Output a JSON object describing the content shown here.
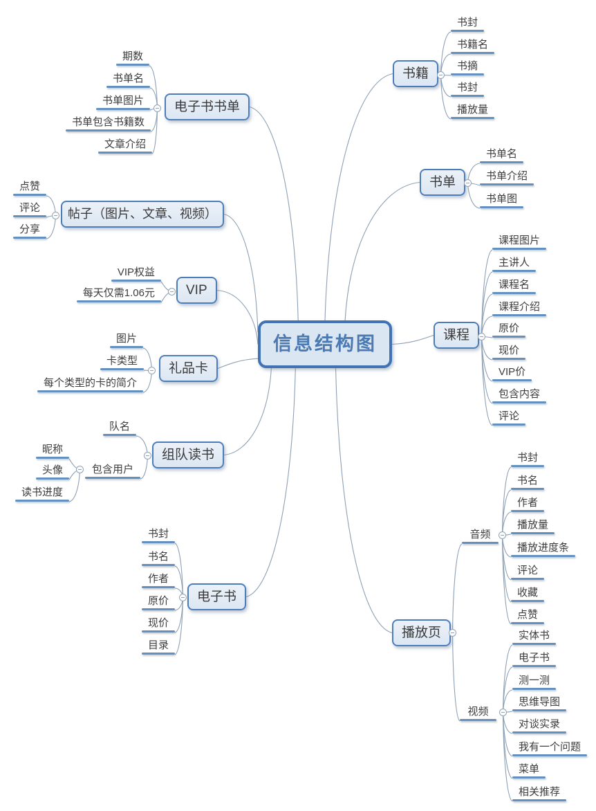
{
  "title": "信息结构图",
  "right": {
    "books": {
      "label": "书籍",
      "children": [
        "书封",
        "书籍名",
        "书摘",
        "书封",
        "播放量"
      ]
    },
    "booklist": {
      "label": "书单",
      "children": [
        "书单名",
        "书单介绍",
        "书单图"
      ]
    },
    "course": {
      "label": "课程",
      "children": [
        "课程图片",
        "主讲人",
        "课程名",
        "课程介绍",
        "原价",
        "现价",
        "VIP价",
        "包含内容",
        "评论"
      ]
    },
    "player": {
      "label": "播放页",
      "audio": {
        "label": "音频",
        "children": [
          "书封",
          "书名",
          "作者",
          "播放量",
          "播放进度条",
          "评论",
          "收藏",
          "点赞"
        ]
      },
      "video": {
        "label": "视频",
        "children": [
          "实体书",
          "电子书",
          "测一测",
          "思维导图",
          "对谈实录",
          "我有一个问题",
          "菜单",
          "相关推荐"
        ]
      }
    }
  },
  "left": {
    "ebooklist": {
      "label": "电子书书单",
      "children": [
        "期数",
        "书单名",
        "书单图片",
        "书单包含书籍数",
        "文章介绍"
      ]
    },
    "post": {
      "label": "帖子（图片、文章、视频）",
      "children": [
        "点赞",
        "评论",
        "分享"
      ]
    },
    "vip": {
      "label": "VIP",
      "children": [
        "VIP权益",
        "每天仅需1.06元"
      ]
    },
    "giftcard": {
      "label": "礼品卡",
      "children": [
        "图片",
        "卡类型",
        "每个类型的卡的简介"
      ]
    },
    "team": {
      "label": "组队读书",
      "children": [
        "队名"
      ],
      "user": {
        "label": "包含用户",
        "children": [
          "昵称",
          "头像",
          "读书进度"
        ]
      }
    },
    "ebook": {
      "label": "电子书",
      "children": [
        "书封",
        "书名",
        "作者",
        "原价",
        "现价",
        "目录"
      ]
    }
  },
  "colors": {
    "node_border": "#4c7dbb",
    "node_fill": "#dce7f3",
    "leaf_line": "#6490be",
    "connector": "#8da0b5",
    "title_text": "#4b7ab3"
  }
}
